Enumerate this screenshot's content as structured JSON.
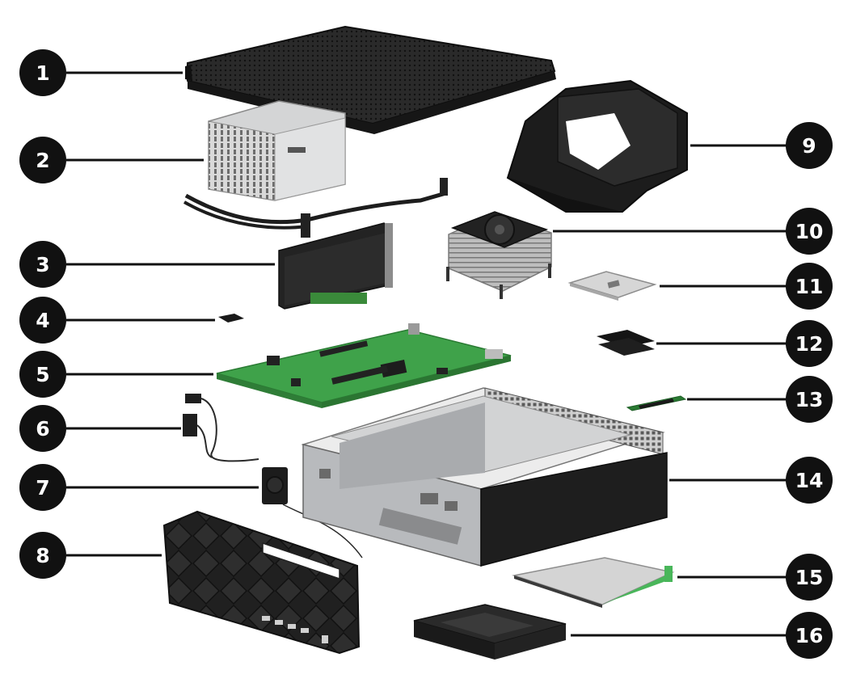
{
  "diagram": {
    "callouts": [
      {
        "id": "1",
        "label": "1"
      },
      {
        "id": "2",
        "label": "2"
      },
      {
        "id": "3",
        "label": "3"
      },
      {
        "id": "4",
        "label": "4"
      },
      {
        "id": "5",
        "label": "5"
      },
      {
        "id": "6",
        "label": "6"
      },
      {
        "id": "7",
        "label": "7"
      },
      {
        "id": "8",
        "label": "8"
      },
      {
        "id": "9",
        "label": "9"
      },
      {
        "id": "10",
        "label": "10"
      },
      {
        "id": "11",
        "label": "11"
      },
      {
        "id": "12",
        "label": "12"
      },
      {
        "id": "13",
        "label": "13"
      },
      {
        "id": "14",
        "label": "14"
      },
      {
        "id": "15",
        "label": "15"
      },
      {
        "id": "16",
        "label": "16"
      }
    ],
    "colors": {
      "callout": "#111111",
      "part_dark": "#1e1e1e",
      "part_silver": "#c9cacb",
      "board_green": "#3fa24a",
      "accent_green": "#49b65a"
    }
  }
}
